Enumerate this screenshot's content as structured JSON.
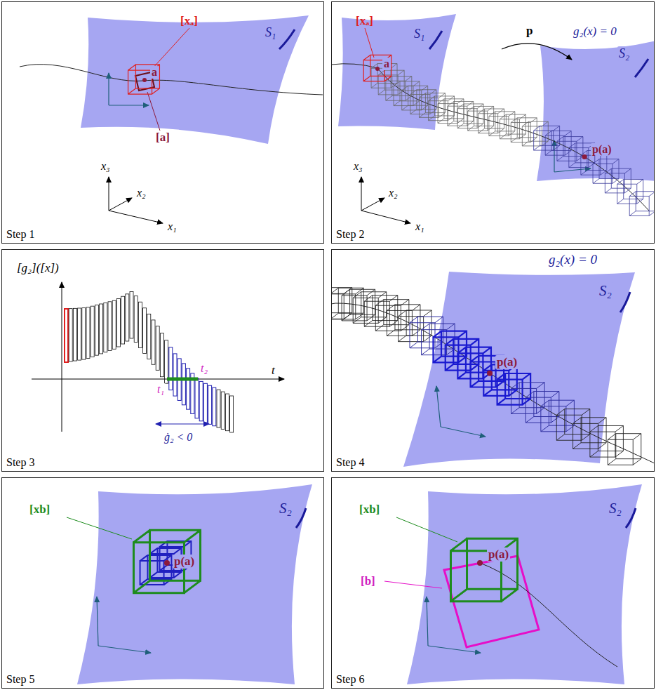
{
  "diagram": {
    "nodes": [
      {
        "text": [
          "Step 1"
        ]
      },
      {
        "text": [
          "Step 2"
        ]
      },
      {
        "text": [
          "Step 3"
        ]
      },
      {
        "text": [
          "Step 4"
        ]
      },
      {
        "text": [
          "Step 5"
        ]
      },
      {
        "text": [
          "Step 6"
        ]
      }
    ],
    "labels": [
      "[xₐ]",
      "a",
      "[a]",
      "S₁",
      "x₃",
      "x₂",
      "x₁",
      "[xₐ]",
      "a",
      "S₁",
      "p",
      "g₂(x) = 0",
      "S₂",
      "p(a)",
      "x₃",
      "x₂",
      "x₁",
      "[g₂]([x])",
      "t",
      "t₁",
      "t₂",
      "ġ₂ < 0",
      "g₂(x) = 0",
      "S₂",
      "p(a)",
      "[xb]",
      "S₂",
      "p(a)",
      "[xb]",
      "[b]",
      "S₂",
      "p(a)"
    ]
  }
}
